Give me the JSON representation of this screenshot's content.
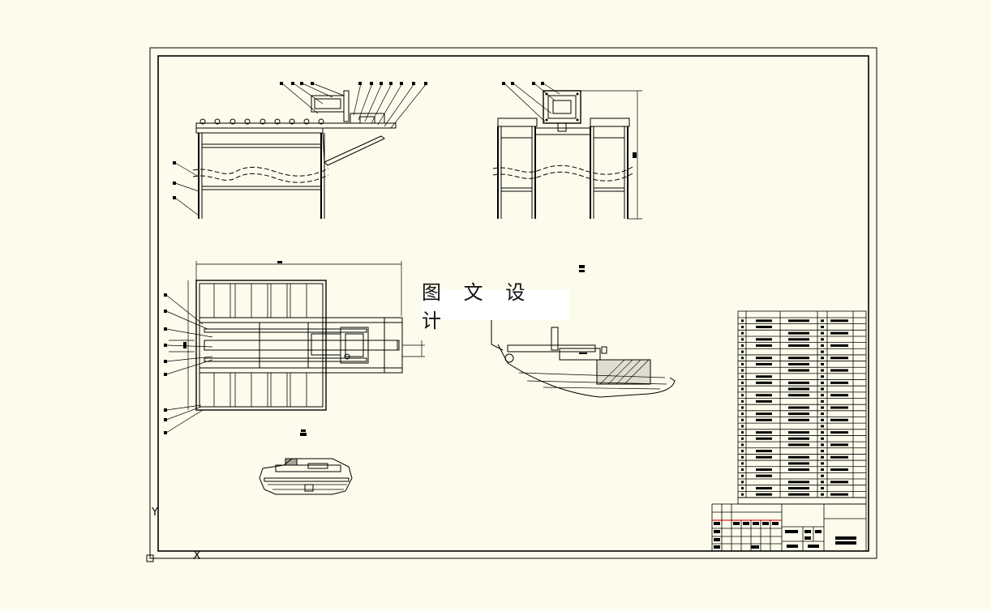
{
  "watermark": {
    "text": "图 文 设 计"
  },
  "ucs": {
    "y_label": "Y",
    "x_label": "X"
  },
  "colors": {
    "background": "#fdfcec",
    "line": "#000000",
    "title_block_red": "#e02020"
  }
}
